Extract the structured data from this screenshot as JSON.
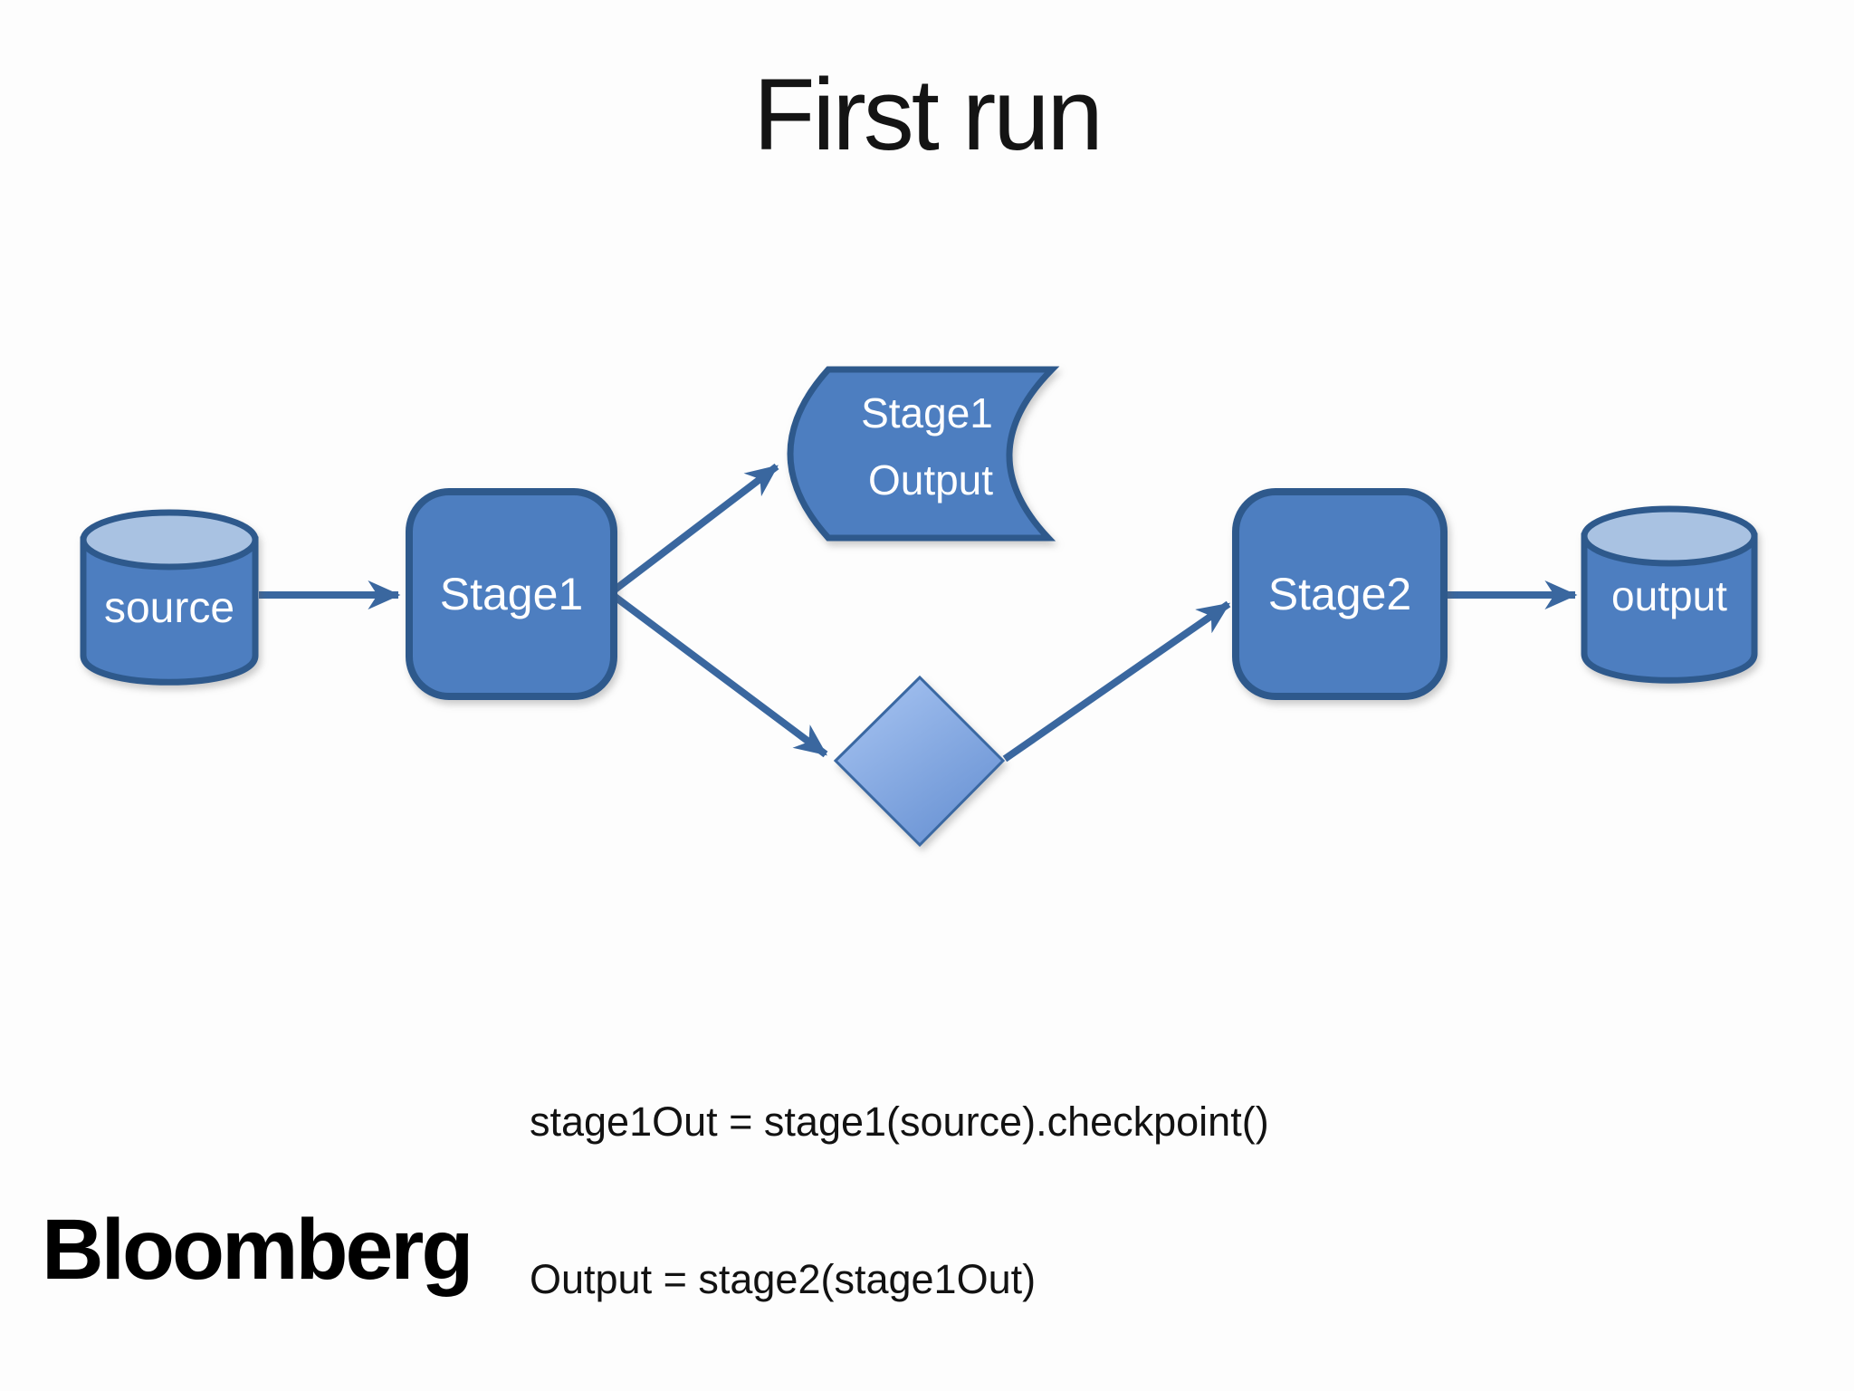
{
  "slide": {
    "title": "First run",
    "logo": "Bloomberg",
    "code": {
      "line1": "stage1Out = stage1(source).checkpoint()",
      "line2": "Output = stage2(stage1Out)"
    }
  },
  "diagram": {
    "nodes": {
      "source": {
        "label": "source",
        "shape": "cylinder"
      },
      "stage1": {
        "label": "Stage1",
        "shape": "rounded-rectangle"
      },
      "stage1_output": {
        "label_line1": "Stage1",
        "label_line2": "Output",
        "shape": "stored-data"
      },
      "checkpoint_decision": {
        "label": "",
        "shape": "diamond"
      },
      "stage2": {
        "label": "Stage2",
        "shape": "rounded-rectangle"
      },
      "output": {
        "label": "output",
        "shape": "cylinder"
      }
    },
    "edges": [
      {
        "from": "source",
        "to": "stage1"
      },
      {
        "from": "stage1",
        "to": "stage1_output"
      },
      {
        "from": "stage1",
        "to": "checkpoint_decision"
      },
      {
        "from": "checkpoint_decision",
        "to": "stage2"
      },
      {
        "from": "stage2",
        "to": "output"
      }
    ]
  },
  "colors": {
    "background": "#fdfdfd",
    "node_fill": "#4d7ec0",
    "node_border": "#2e598c",
    "cylinder_top_fill": "#a9c2e2",
    "diamond_fill_light": "#a6c3f1",
    "diamond_fill_dark": "#6690d2",
    "diamond_border": "#3a68a2",
    "arrow": "#3a679f",
    "node_text": "#ffffff",
    "title_text": "#141414"
  }
}
